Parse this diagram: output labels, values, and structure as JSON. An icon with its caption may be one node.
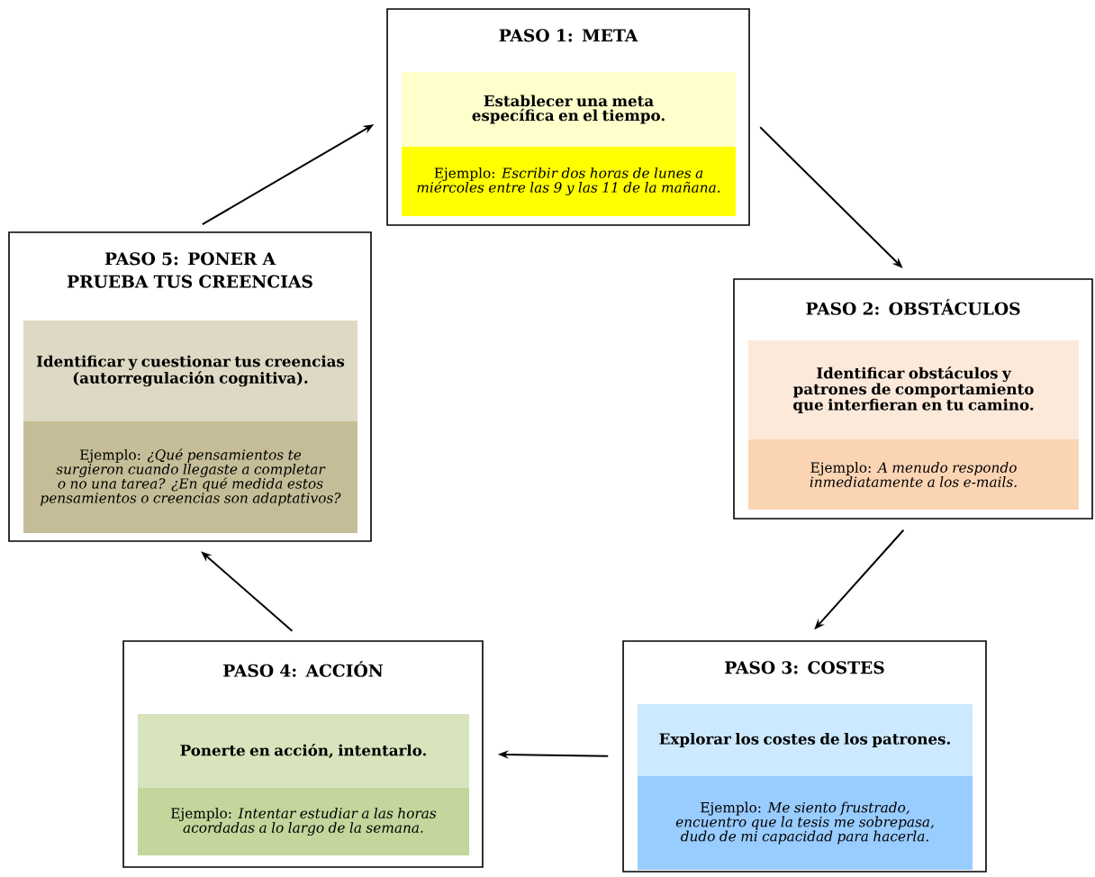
{
  "diagram": {
    "nodes": [
      {
        "text": [
          "PASO 1: META"
        ]
      },
      {
        "text": [
          "Establecer una meta específica en el tiempo."
        ],
        "in": 0
      },
      {
        "text": [
          "Ejemplo: *Escribir dos horas de lunes a miércoles entre las 9 y las 11 de la mañana.*"
        ],
        "in": 0
      },
      {
        "text": [
          "PASO 5: PONER A PRUEBA TUS CREENCIAS"
        ]
      },
      {
        "text": [
          "Identificar y cuestionar tus creencias (autorregulación cognitiva)."
        ],
        "in": 3
      },
      {
        "text": [
          "Ejemplo: *¿Qué pensamientos te surgieron cuando llegaste a completar o no una tarea? ¿En qué medida estos pensamientos o creencias son adaptativos?*"
        ],
        "in": 3
      },
      {
        "text": [
          "PASO 2: OBSTÁCULOS"
        ]
      },
      {
        "text": [
          "Identificar obstáculos y patrones de comportamiento que interfieran en tu camino."
        ],
        "in": 6
      },
      {
        "text": [
          "Ejemplo: *A menudo respondo inmediatamente a los e-mails.*"
        ],
        "in": 6
      },
      {
        "text": [
          "PASO 4: ACCIÓN"
        ]
      },
      {
        "text": [
          "Ponerte en acción, intentarlo."
        ],
        "in": 9
      },
      {
        "text": [
          "Ejemplo: *Intentar estudiar a las horas acordadas a lo largo de la semana.*"
        ],
        "in": 9
      },
      {
        "text": [
          "PASO 3: COSTES"
        ]
      },
      {
        "text": [
          "Explorar los costes de los patrones."
        ],
        "in": 12
      },
      {
        "text": [
          "Ejemplo: *Me siento frustrado, encuentro que la tesis me sobrepasa, dudo de mi capacidad para hacerla.*"
        ],
        "in": 12
      }
    ],
    "edges": [
      {
        "from": 0,
        "to": 6,
        "arrow": "to"
      },
      {
        "from": 6,
        "to": 12,
        "arrow": "to"
      },
      {
        "from": 12,
        "to": 9,
        "arrow": "to"
      },
      {
        "from": 9,
        "to": 3,
        "arrow": "to"
      },
      {
        "from": 3,
        "to": 0,
        "arrow": "to"
      }
    ]
  }
}
